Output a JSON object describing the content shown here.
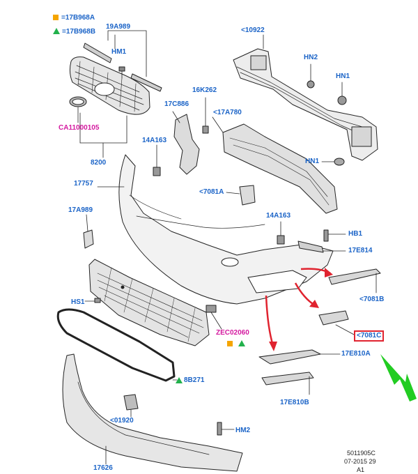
{
  "legend": {
    "square_ref": "=17B968A",
    "triangle_ref": "=17B968B"
  },
  "labels": {
    "l19A989": "19A989",
    "lHM1_top": "HM1",
    "lCA": "CA11000105",
    "l8200": "8200",
    "l10922": "<10922",
    "lHN2": "HN2",
    "lHN1_a": "HN1",
    "lHN1_b": "HN1",
    "l16K262": "16K262",
    "l17C886": "17C886",
    "l17A780": "<17A780",
    "l14A163_a": "14A163",
    "l17757": "17757",
    "l7081A": "<7081A",
    "l17A989": "17A989",
    "l14A163_b": "14A163",
    "lHB1": "HB1",
    "l17E814": "17E814",
    "l7081B": "<7081B",
    "lHS1": "HS1",
    "lZEC": "ZEC02060",
    "l7081C": "<7081C",
    "l17E810A": "17E810A",
    "l8B271": "8B271",
    "l17E810B": "17E810B",
    "l01920": "<01920",
    "lHM2": "HM2",
    "l17626": "17626"
  },
  "footer": {
    "code": "5011905C",
    "date": "07-2015 29",
    "rev": "A1"
  },
  "colors": {
    "label_blue": "#1a63c7",
    "label_magenta": "#d4189f",
    "arrow_red": "#e0232f",
    "arrow_green": "#22cc22",
    "marker_orange": "#f5a500",
    "marker_green": "#22b14c"
  }
}
